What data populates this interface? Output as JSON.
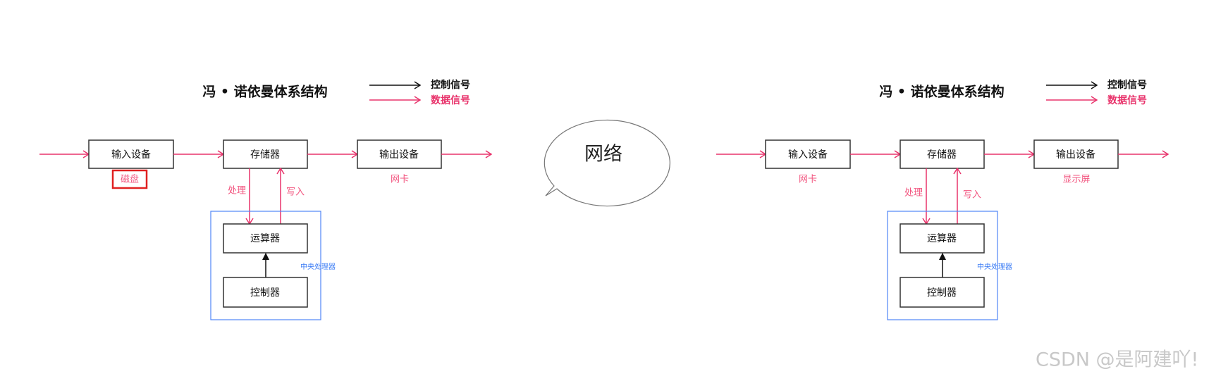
{
  "left": {
    "title": "冯 • 诺依曼体系结构",
    "legend": {
      "control": "控制信号",
      "data": "数据信号"
    },
    "boxes": {
      "input": "输入设备",
      "memory": "存储器",
      "output": "输出设备",
      "alu": "运算器",
      "controller": "控制器"
    },
    "input_label": "磁盘",
    "output_label": "网卡",
    "process_label": "处理",
    "write_label": "写入",
    "cpu_label": "中央处理器"
  },
  "network": "网络",
  "right": {
    "title": "冯 • 诺依曼体系结构",
    "legend": {
      "control": "控制信号",
      "data": "数据信号"
    },
    "boxes": {
      "input": "输入设备",
      "memory": "存储器",
      "output": "输出设备",
      "alu": "运算器",
      "controller": "控制器"
    },
    "input_label": "网卡",
    "output_label": "显示屏",
    "process_label": "处理",
    "write_label": "写入",
    "cpu_label": "中央处理器"
  },
  "watermark": "CSDN @是阿建吖!",
  "colors": {
    "data": "#e8336b",
    "control": "#111111",
    "cpu": "#4f86f7",
    "highlight": "#e02020"
  }
}
